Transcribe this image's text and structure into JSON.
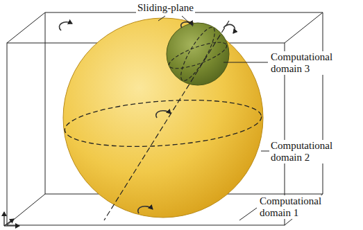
{
  "diagram": {
    "labels": [
      "Sliding-plane",
      "Computational domain 3",
      "Computational domain 2",
      "Computational domain 1"
    ]
  }
}
